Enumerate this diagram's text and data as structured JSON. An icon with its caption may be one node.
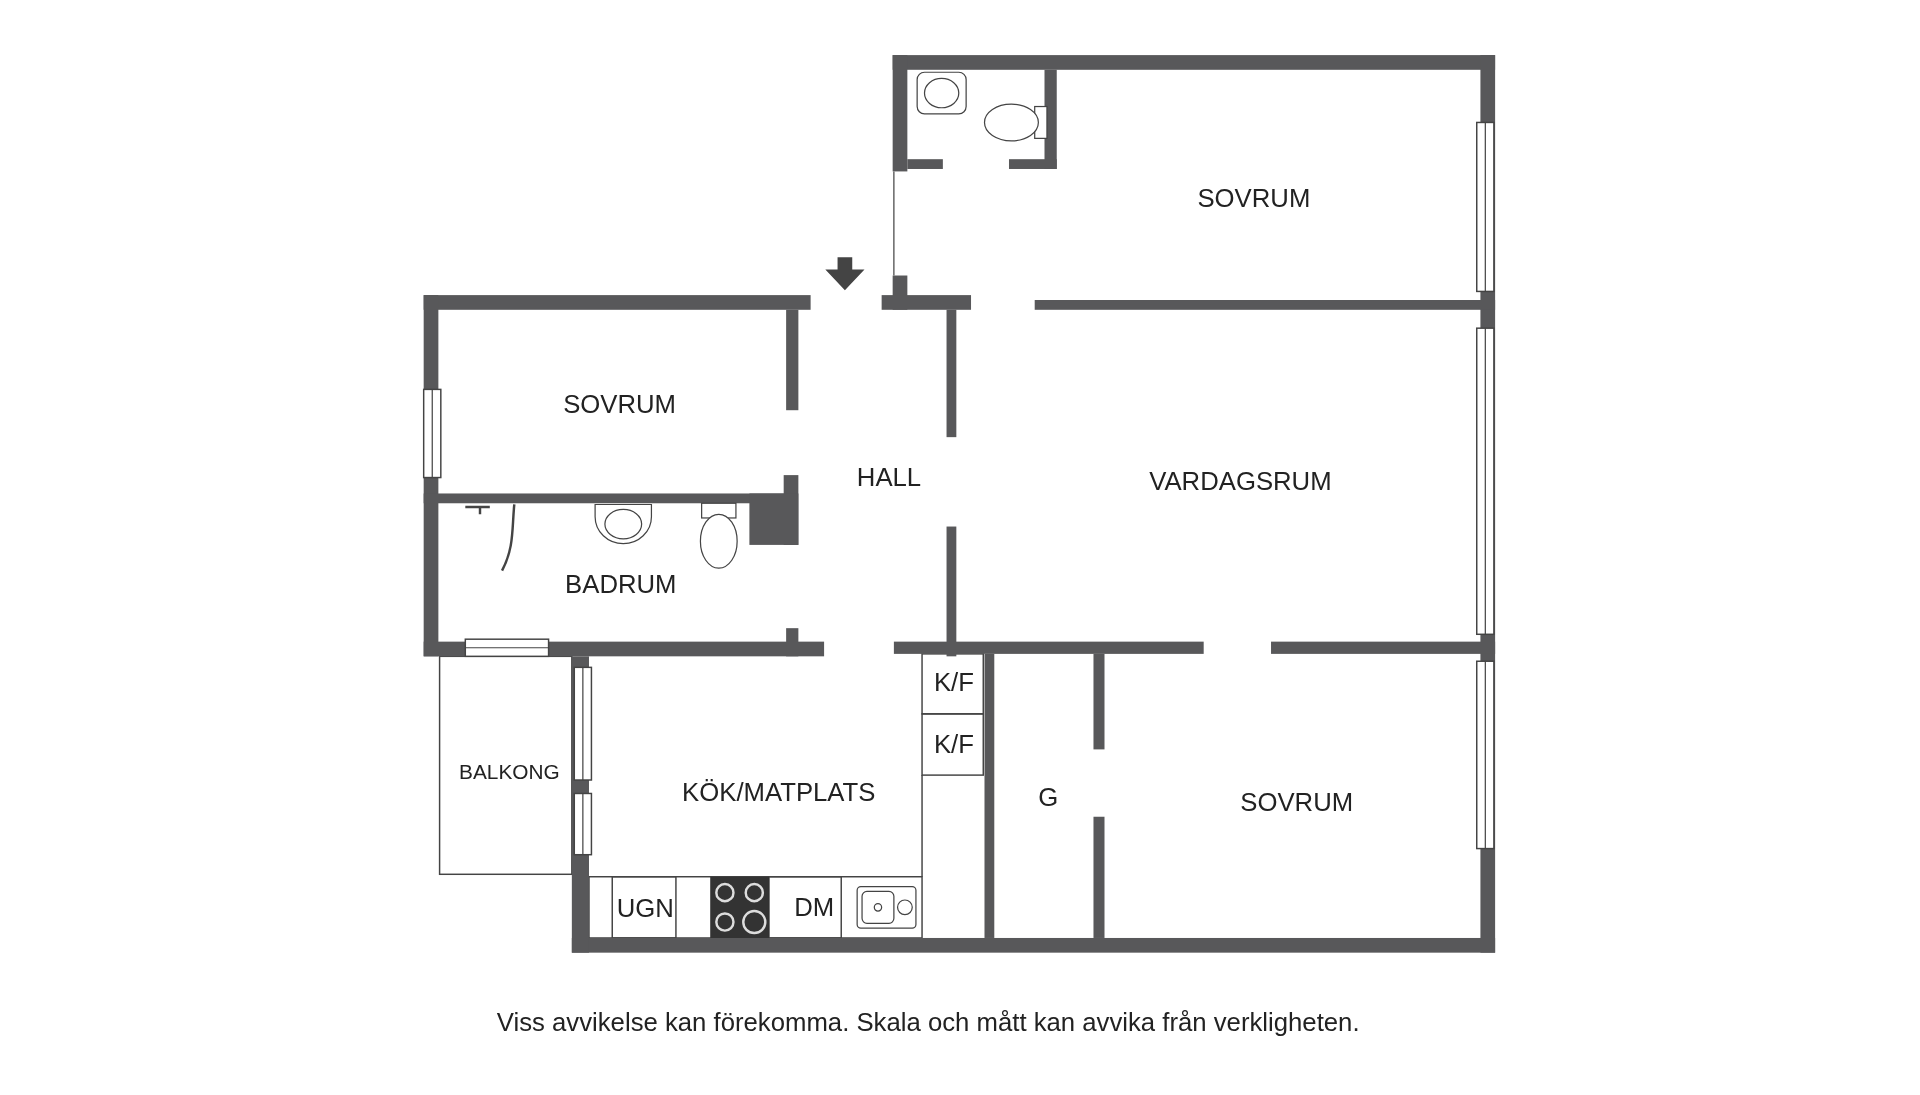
{
  "diagram": {
    "caption": "Viss avvikelse kan förekomma. Skala och mått kan avvika från verkligheten.",
    "labels": [
      "SOVRUM",
      "SOVRUM",
      "HALL",
      "VARDAGSRUM",
      "BADRUM",
      "K/F",
      "K/F",
      "BALKONG",
      "KÖK/MATPLATS",
      "G",
      "SOVRUM",
      "UGN",
      "DM"
    ]
  }
}
